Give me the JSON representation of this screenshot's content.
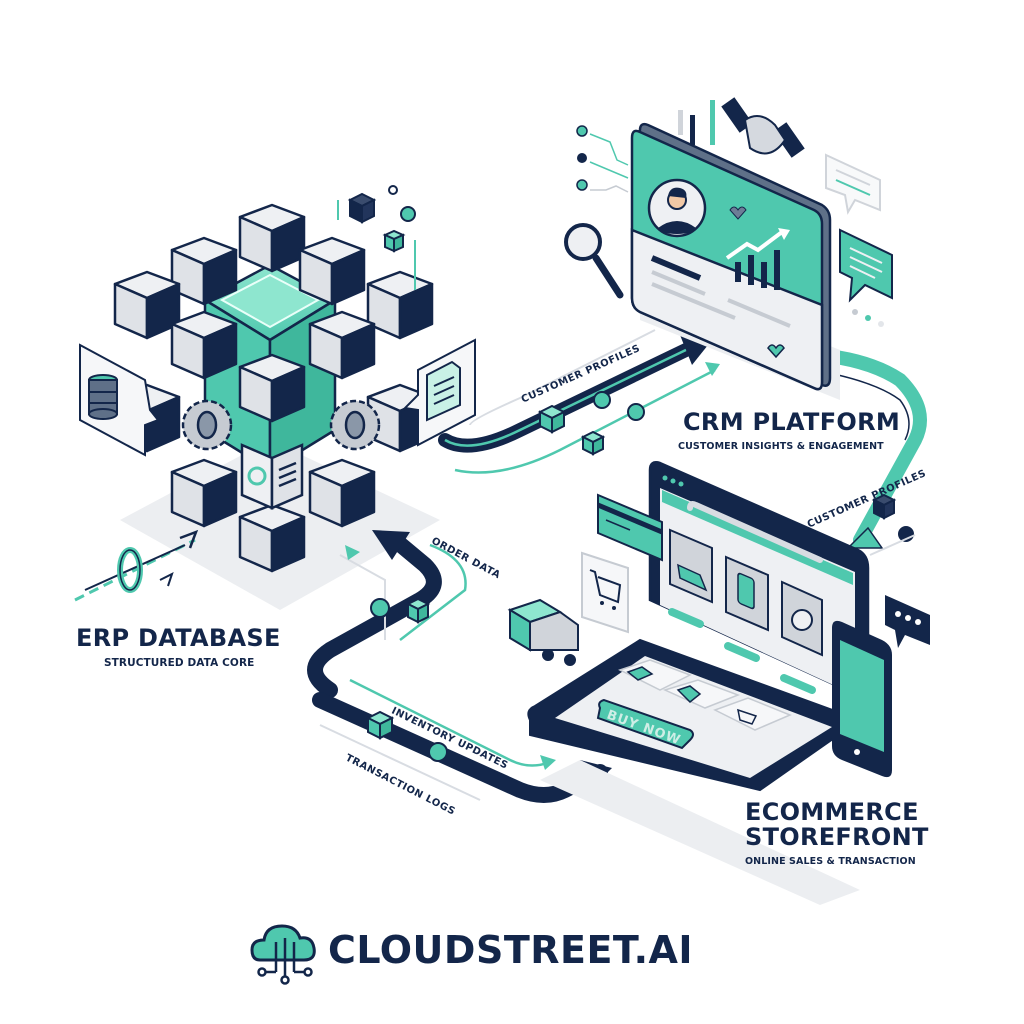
{
  "colors": {
    "navy": "#13264a",
    "teal": "#4fc8ae",
    "teal_light": "#8ee6cf",
    "gray_face": "#e3e6ea",
    "gray_side": "#c6cbd2",
    "background": "#ffffff"
  },
  "nodes": {
    "erp": {
      "title": "ERP DATABASE",
      "subtitle": "STRUCTURED DATA CORE"
    },
    "crm": {
      "title": "CRM PLATFORM",
      "subtitle": "CUSTOMER INSIGHTS & ENGAGEMENT"
    },
    "ecommerce": {
      "title_line1": "ECOMMERCE",
      "title_line2": "STOREFRONT",
      "subtitle": "ONLINE SALES & TRANSACTION"
    }
  },
  "flows": [
    {
      "label": "CUSTOMER PROFILES",
      "from": "ERP DATABASE",
      "to": "CRM PLATFORM"
    },
    {
      "label": "CUSTOMER PROFILES",
      "from": "CRM PLATFORM",
      "to": "ECOMMERCE STOREFRONT"
    },
    {
      "label": "ORDER DATA",
      "from": "ECOMMERCE STOREFRONT",
      "to": "ERP DATABASE"
    },
    {
      "label": "INVENTORY UPDATES",
      "from": "ERP DATABASE",
      "to": "ECOMMERCE STOREFRONT"
    },
    {
      "label": "TRANSACTION LOGS",
      "from": "ERP DATABASE",
      "to": "ECOMMERCE STOREFRONT"
    }
  ],
  "storefront": {
    "buy_button": "BUY NOW",
    "products": [
      "shoe-icon",
      "phone-icon",
      "watch-icon"
    ],
    "cart_items": [
      "credit-card-icon",
      "tshirt-icon",
      "cart-icon"
    ]
  },
  "icons": {
    "erp": [
      "database-icon",
      "gear-icon",
      "document-icon"
    ],
    "crm": [
      "user-avatar-icon",
      "heart-icon",
      "trend-chart-icon",
      "handshake-icon",
      "magnifier-icon",
      "chat-bubble-icon",
      "bar-chart-icon"
    ],
    "ecommerce": [
      "shopping-cart-icon",
      "delivery-truck-icon",
      "credit-card-icon",
      "chat-bubble-icon",
      "smartphone-icon"
    ]
  },
  "brand": {
    "name": "CLOUDSTREET.AI",
    "logo": "cloud-circuit-icon"
  }
}
